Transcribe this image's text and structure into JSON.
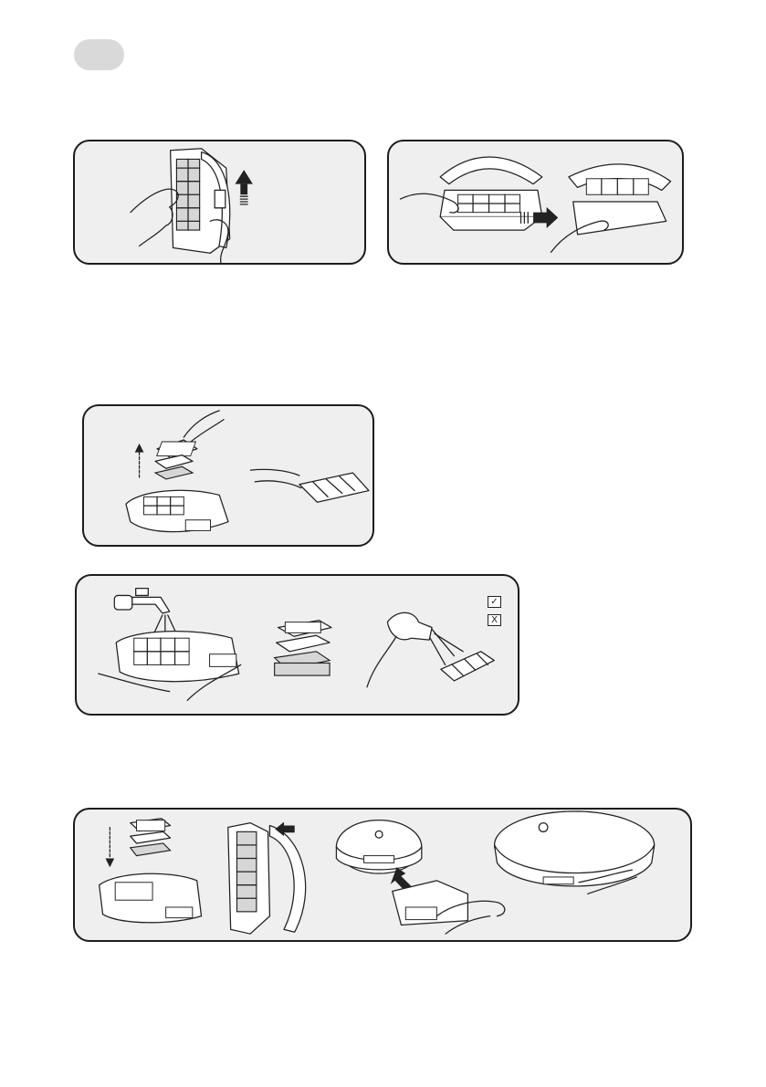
{
  "page": {
    "header_pill": "",
    "panels": [
      {
        "id": "remove-dustbin",
        "steps": [
          "lift-dustbin-up",
          "open-lid-remove-filter"
        ]
      },
      {
        "id": "remove-filter",
        "steps": [
          "pull-filter-up",
          "tap-filter"
        ]
      },
      {
        "id": "wash-filter",
        "steps": [
          "rinse-under-tap",
          "filter-layers",
          "hair-dryer"
        ]
      },
      {
        "id": "reinstall",
        "steps": [
          "insert-filter",
          "close-lid",
          "insert-dustbin",
          "robot-assembled"
        ]
      }
    ],
    "check_marks": {
      "allowed": "✓",
      "not_allowed": "X"
    }
  }
}
